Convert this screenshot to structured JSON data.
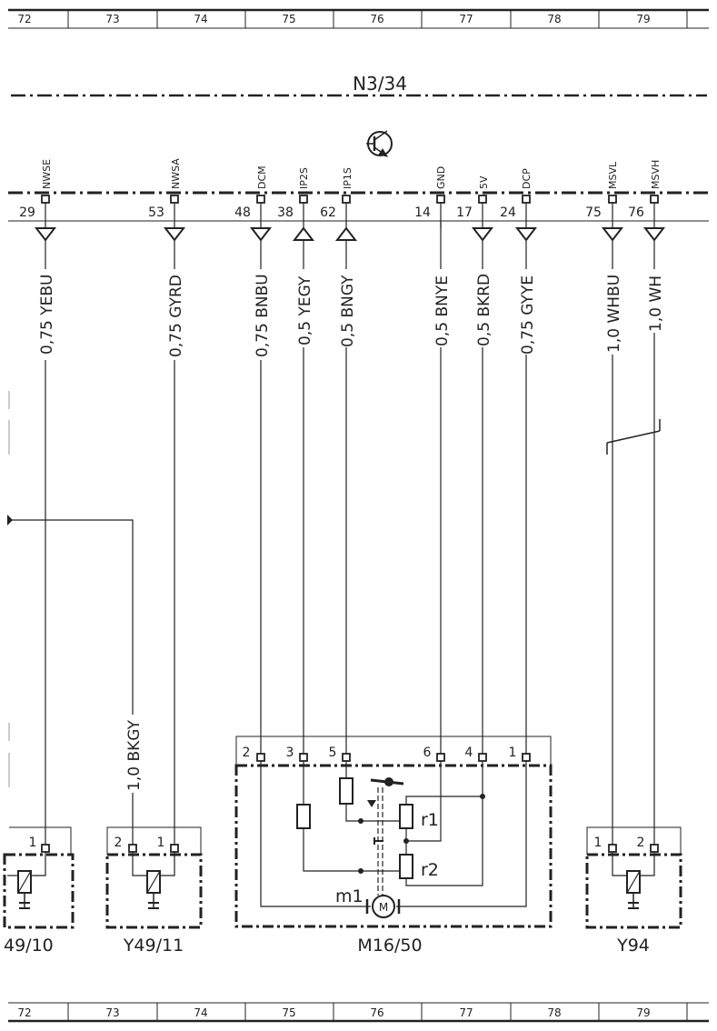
{
  "ruler": {
    "columns": [
      "72",
      "73",
      "74",
      "75",
      "76",
      "77",
      "78",
      "79"
    ]
  },
  "module": {
    "name": "N3/34"
  },
  "pins": [
    {
      "label": "NWSE",
      "number": "29",
      "arrow": "in"
    },
    {
      "label": "NWSA",
      "number": "53",
      "arrow": "in"
    },
    {
      "label": "DCM",
      "number": "48",
      "arrow": "in"
    },
    {
      "label": "IP2S",
      "number": "38",
      "arrow": "out"
    },
    {
      "label": "IP1S",
      "number": "62",
      "arrow": "out"
    },
    {
      "label": "GND",
      "number": "14",
      "arrow": "none"
    },
    {
      "label": "5V",
      "number": "17",
      "arrow": "in"
    },
    {
      "label": "DCP",
      "number": "24",
      "arrow": "in"
    },
    {
      "label": "MSVL",
      "number": "75",
      "arrow": "in"
    },
    {
      "label": "MSVH",
      "number": "76",
      "arrow": "in"
    }
  ],
  "wires": [
    "0,75 YEBU",
    "0,75 GYRD",
    "0,75 BNBU",
    "0,5 YEGY",
    "0,5 BNGY",
    "0,5 BNYE",
    "0,5 BKRD",
    "0,75 GYYE",
    "1,0 WHBU",
    "1,0 WH"
  ],
  "bkgy_wire": "1,0 BKGY",
  "components": [
    {
      "name": "49/10",
      "pins": [
        "1"
      ]
    },
    {
      "name": "Y49/11",
      "pins": [
        "2",
        "1"
      ]
    },
    {
      "name": "M16/50",
      "pins": [
        "2",
        "3",
        "5",
        "6",
        "4",
        "1"
      ],
      "inner": {
        "motor": "m1",
        "resistor_1": "r1",
        "resistor_2": "r2",
        "motor_symbol": "M"
      }
    },
    {
      "name": "Y94",
      "pins": [
        "1",
        "2"
      ]
    }
  ]
}
